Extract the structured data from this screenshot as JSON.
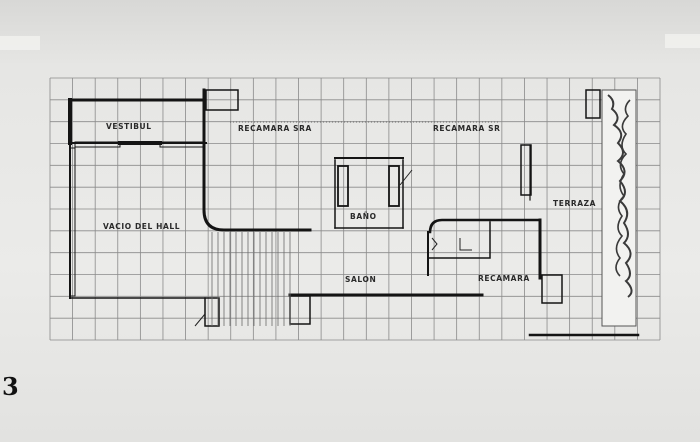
{
  "figure_number": "3",
  "rooms": {
    "vestibulo": "VESTIBUL",
    "recamara_sra": "RECAMARA SRA",
    "recamara_sr": "RECAMARA SR",
    "bano": "BAÑO",
    "vacio_hall": "VACIO DEL HALL",
    "terraza": "TERRAZA",
    "salon": "SALON",
    "recamara": "RECAMARA"
  },
  "colors": {
    "paper": "#ebebe9",
    "grid": "#8a8a8a",
    "wall": "#141414"
  }
}
